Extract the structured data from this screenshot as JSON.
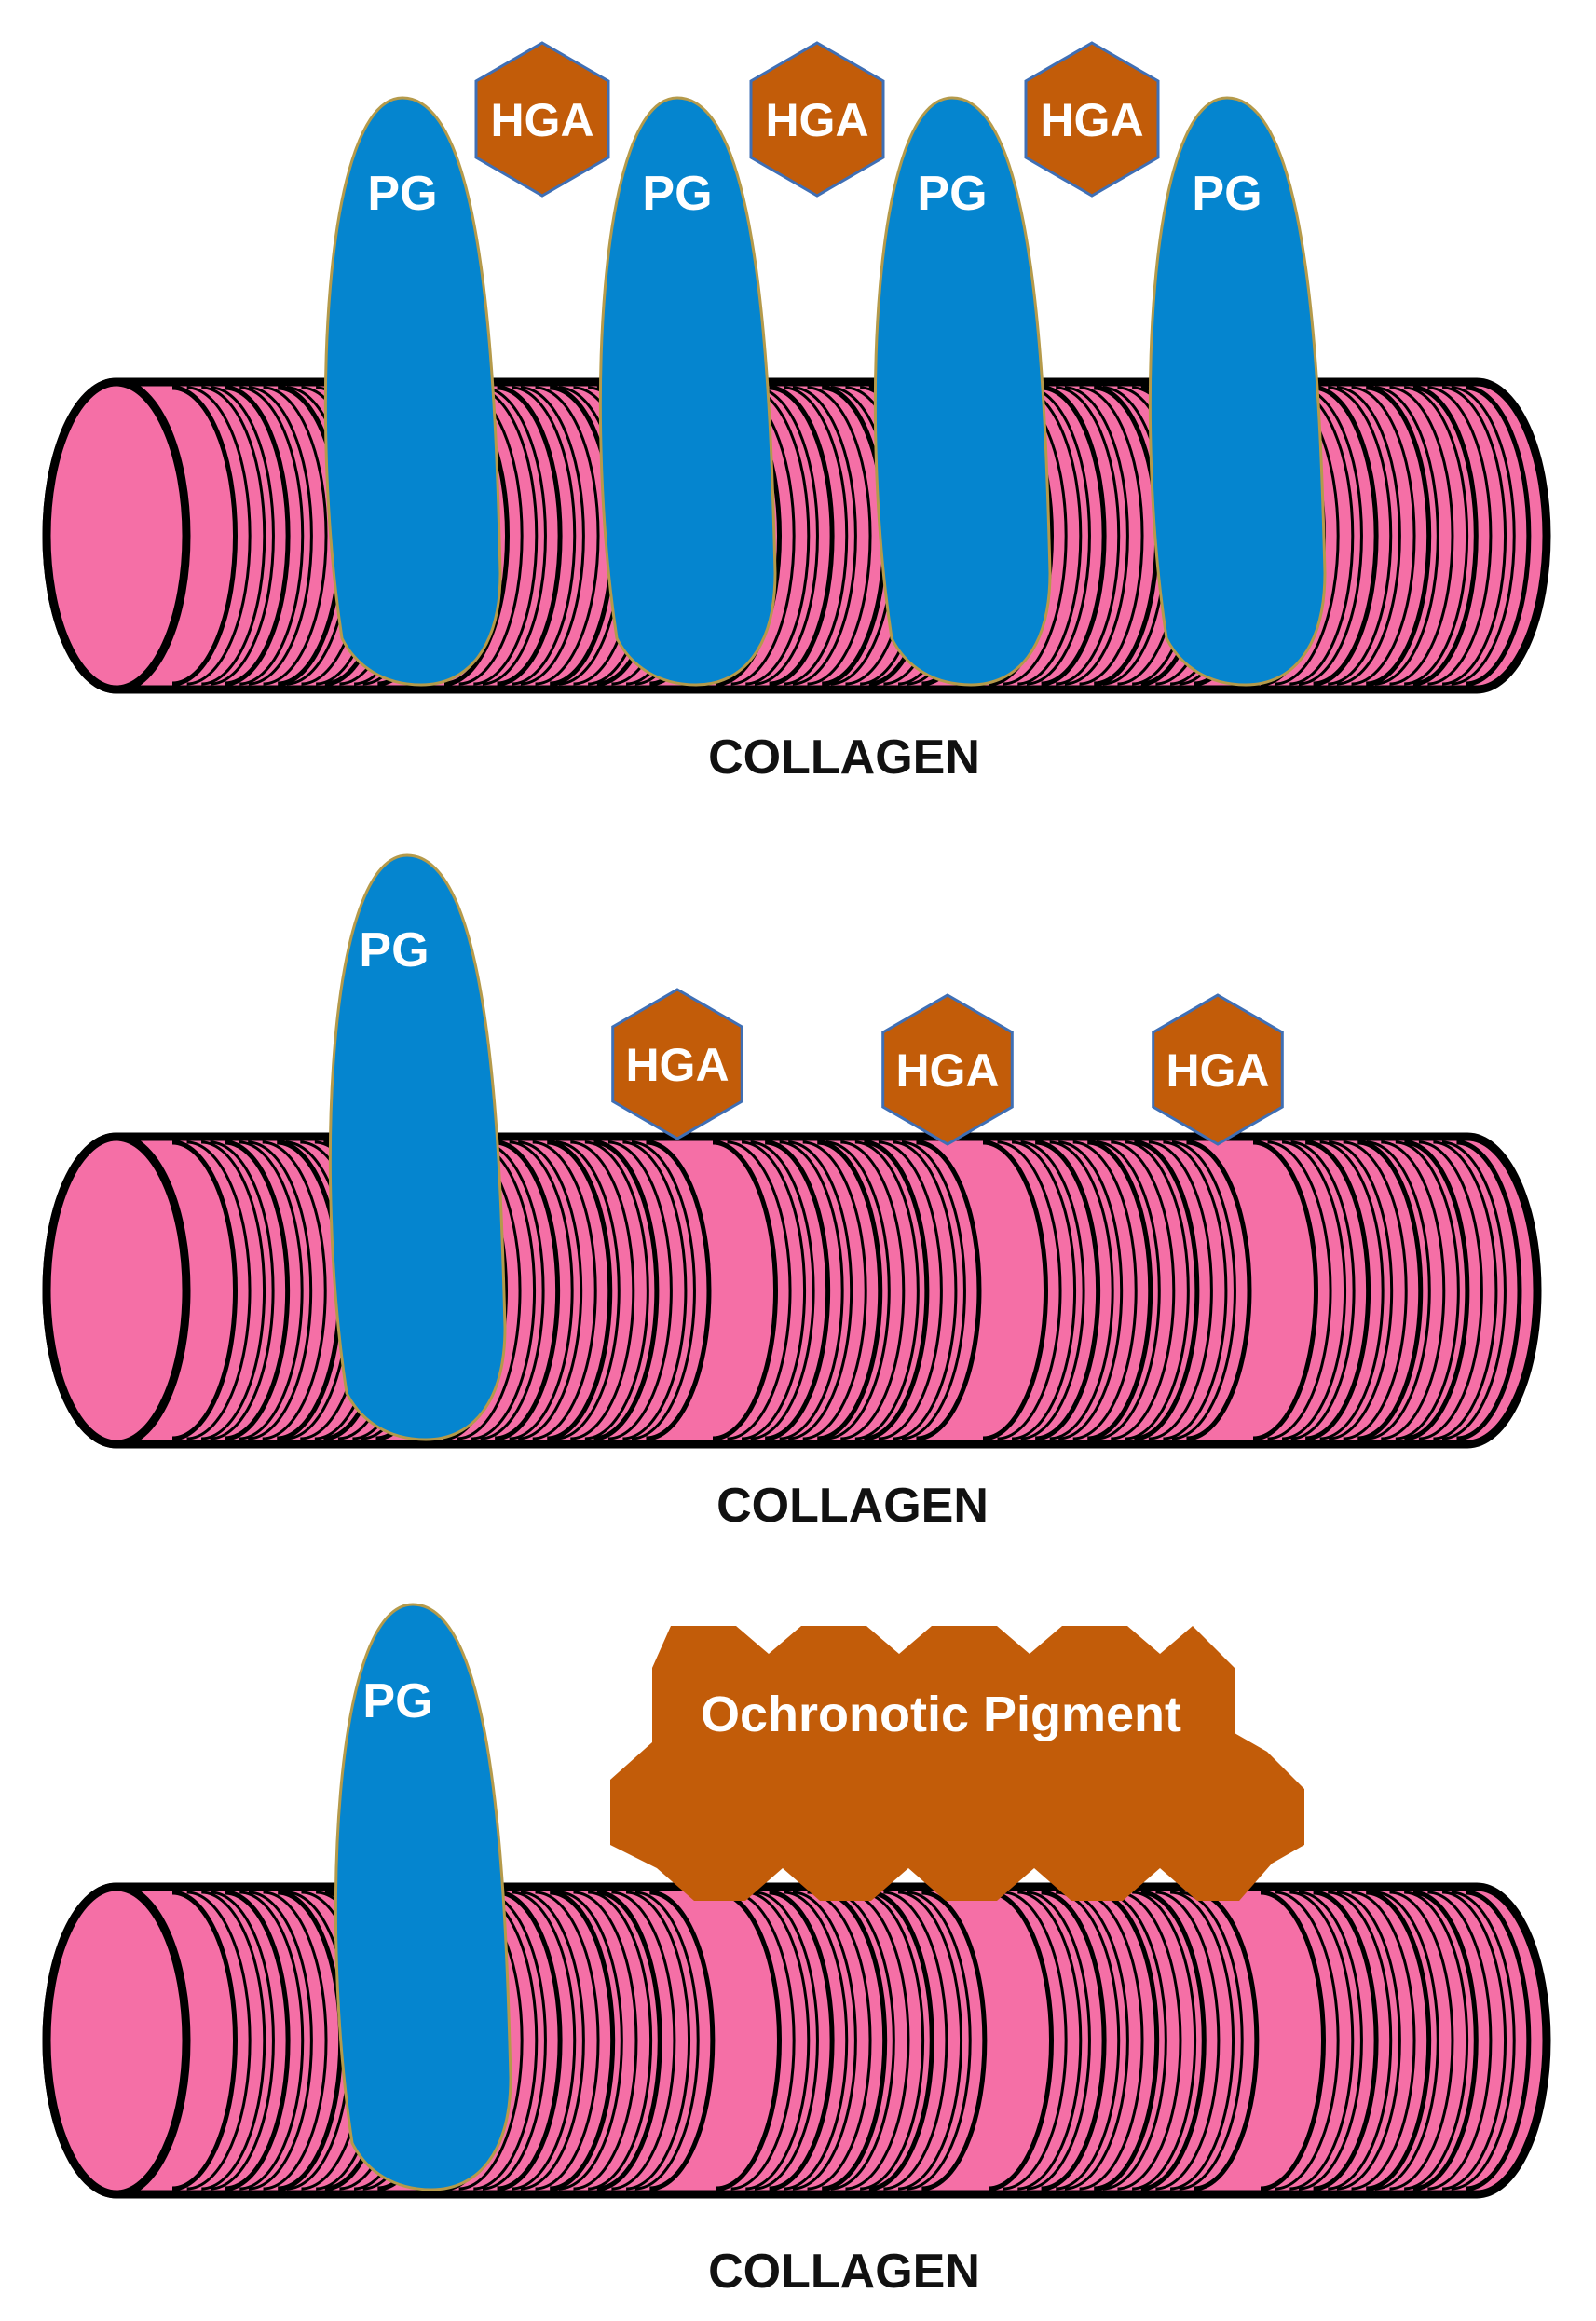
{
  "colors": {
    "collagen_fill": "#f56fa6",
    "collagen_stroke": "#000000",
    "pg_fill": "#0585cf",
    "pg_edge": "#b59a4a",
    "hga_fill": "#c25c09",
    "hga_edge": "#3f6fb5",
    "label_white": "#ffffff",
    "caption": "#111111"
  },
  "labels": {
    "pg": "PG",
    "hga": "HGA",
    "collagen": "COLLAGEN",
    "pigment": "Ochronotic Pigment"
  },
  "panels": [
    {
      "id": "panel-1",
      "pg_count": 4,
      "hga_count": 3,
      "pigment": false
    },
    {
      "id": "panel-2",
      "pg_count": 1,
      "hga_count": 3,
      "pigment": false
    },
    {
      "id": "panel-3",
      "pg_count": 1,
      "hga_count": 0,
      "pigment": true
    }
  ]
}
